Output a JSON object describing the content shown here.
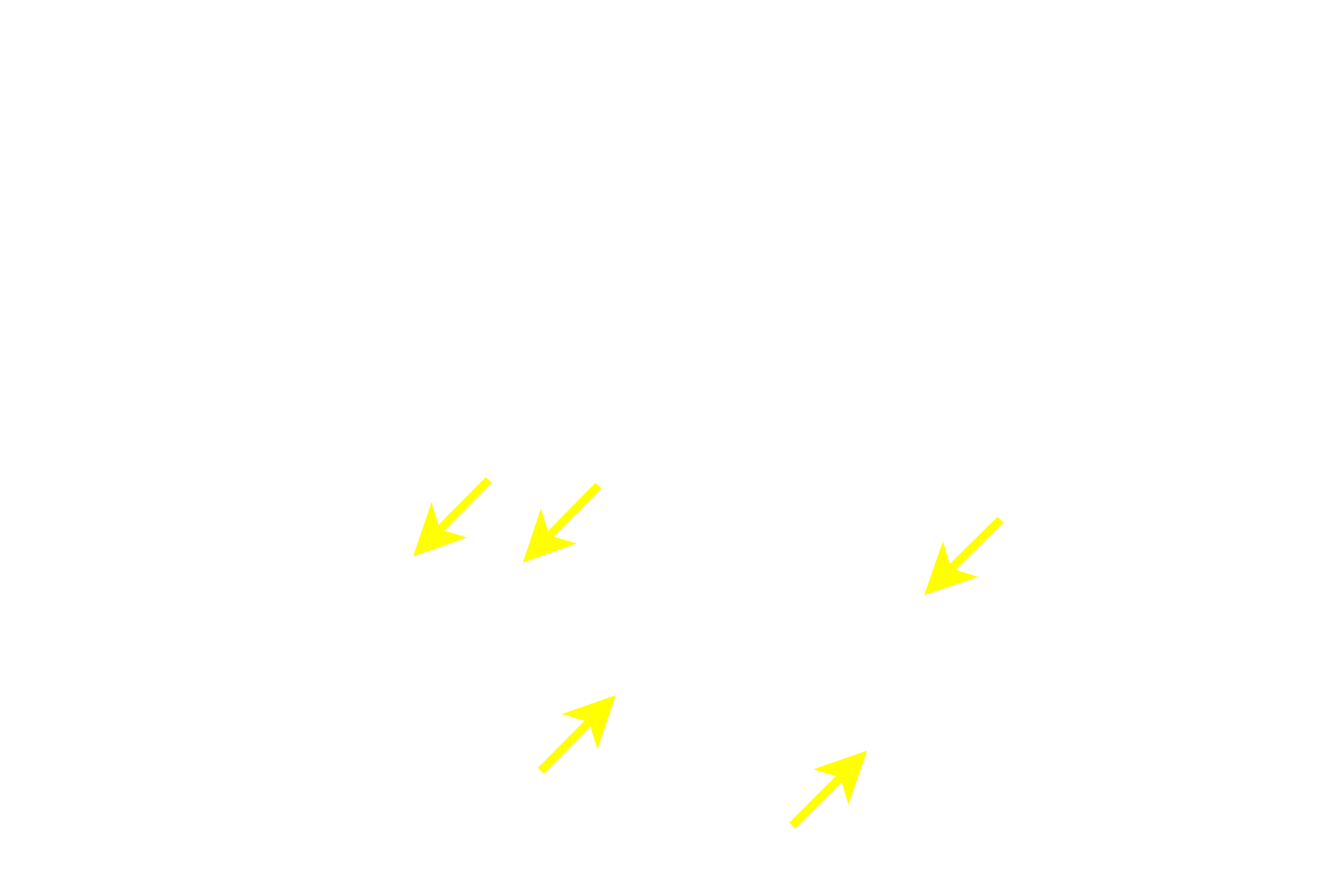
{
  "background_color": "#ffffff",
  "arrow_color": "#ffff00",
  "arrows": [
    {
      "icon": "arrow-down-left-icon",
      "direction": "down-left"
    },
    {
      "icon": "arrow-down-left-icon",
      "direction": "down-left"
    },
    {
      "icon": "arrow-down-left-icon",
      "direction": "down-left"
    },
    {
      "icon": "arrow-up-right-icon",
      "direction": "up-right"
    },
    {
      "icon": "arrow-up-right-icon",
      "direction": "up-right"
    }
  ]
}
